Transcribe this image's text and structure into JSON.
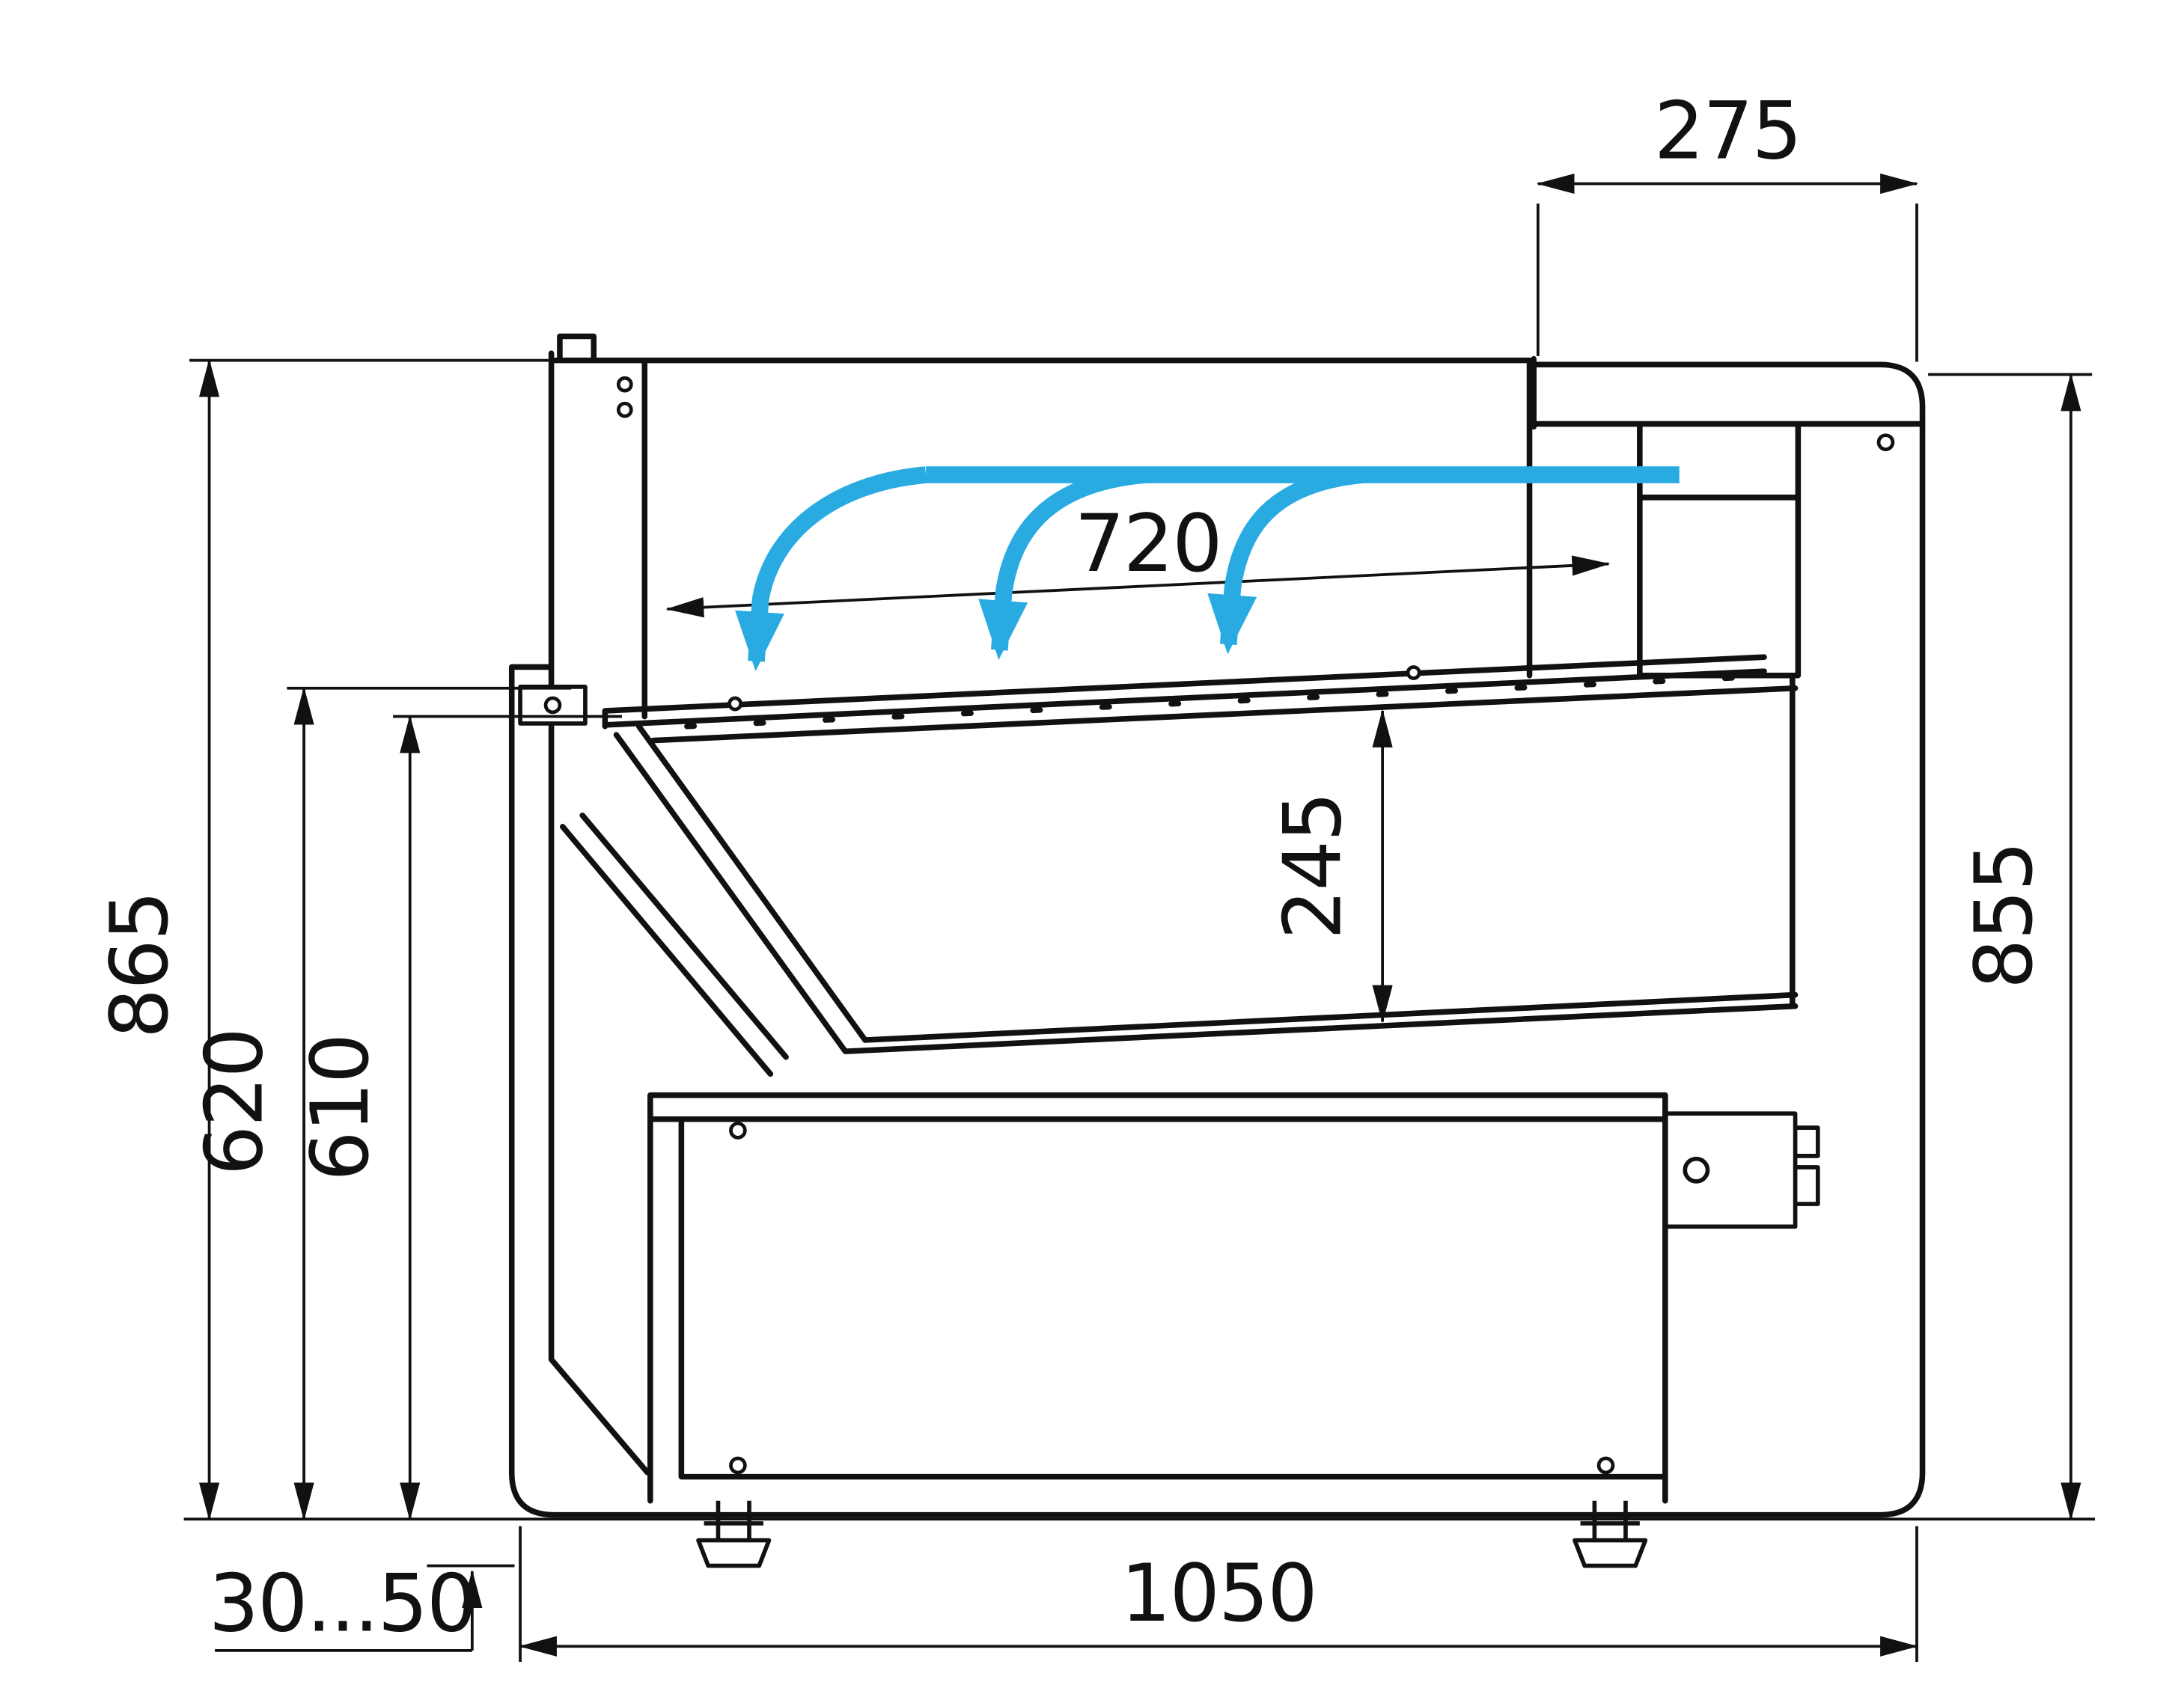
{
  "drawing": {
    "name": "refrigerated serve-over counter — side cross-section",
    "colors": {
      "line": "#111111",
      "airflow_blue": "#29abe2",
      "background": "#ffffff"
    },
    "dimension_labels": {
      "counter_depth": "275",
      "deck_width": "720",
      "well_height": "245",
      "overall_height_left": "865",
      "height_620": "620",
      "height_610": "610",
      "overall_height_right": "855",
      "overall_width": "1050",
      "leg_adjust_range": "30...50"
    }
  }
}
